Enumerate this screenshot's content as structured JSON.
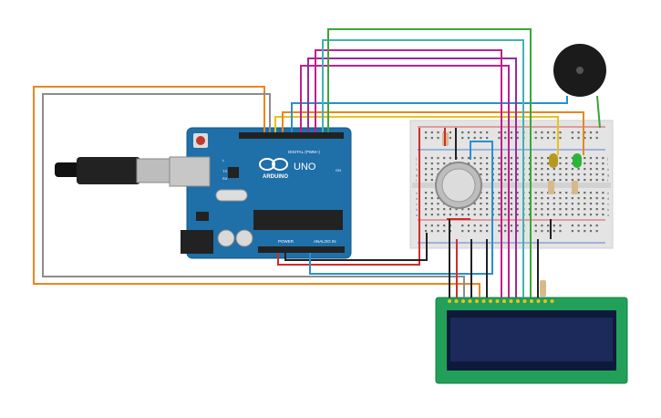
{
  "arduino": {
    "logo_text": "ARDUINO",
    "model": "UNO",
    "on_label": "ON",
    "digital_label": "DIGITAL (PWM~)",
    "power_label": "POWER",
    "analog_label": "ANALOG IN",
    "led_l": "L",
    "led_tx": "TX",
    "led_rx": "RX"
  },
  "breadboard": {
    "row_letters": [
      "j",
      "i",
      "h",
      "g",
      "f",
      "e",
      "d",
      "c",
      "b",
      "a"
    ]
  },
  "colors": {
    "board_blue": "#1f6fa8",
    "breadboard": "#e4e4e4",
    "lcd_pcb": "#22a05a",
    "lcd_screen": "#1b2a5a",
    "wire_orange": "#e8871e",
    "wire_gray": "#8c8c8c",
    "wire_green": "#3aa63a",
    "wire_teal": "#40b4b4",
    "wire_purple": "#9a2aa0",
    "wire_magenta": "#c0208a",
    "wire_blue": "#2a8fd0",
    "wire_yellow": "#e8c21e",
    "wire_red": "#d22b2b",
    "wire_black": "#222222"
  }
}
